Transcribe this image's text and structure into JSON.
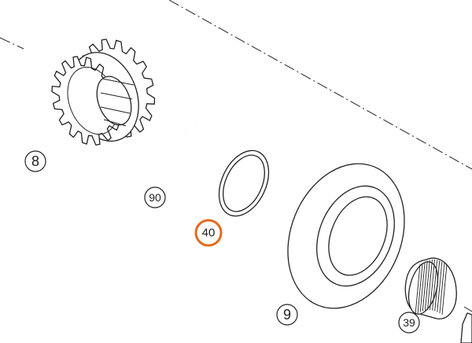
{
  "callouts": {
    "c8": {
      "label": "8",
      "shape": "circle",
      "highlight": false
    },
    "c90": {
      "label": "90",
      "shape": "circle",
      "highlight": false
    },
    "c40": {
      "label": "40",
      "shape": "circle",
      "highlight": true
    },
    "c9": {
      "label": "9",
      "shape": "circle",
      "highlight": false
    },
    "c39": {
      "label": "39",
      "shape": "circle",
      "highlight": false
    }
  },
  "colors": {
    "line": "#222222",
    "highlight": "#e36b1a",
    "background": "#ffffff"
  },
  "icons": {
    "double-gear": "spur-gear-pair",
    "circlip": "snap-ring",
    "thrust-washer": "washer",
    "gear": "spur-gear",
    "needle-bearing": "needle-roller-bearing"
  }
}
